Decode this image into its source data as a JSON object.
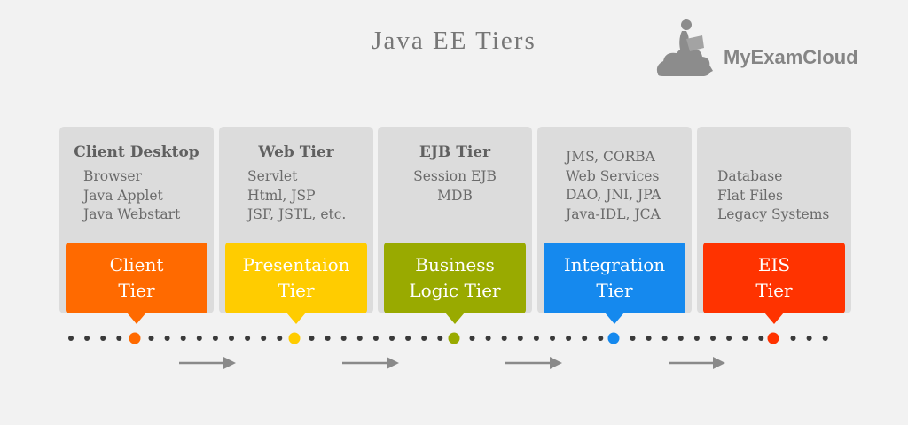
{
  "title": "Java EE Tiers",
  "logo": {
    "text": "MyExamCloud"
  },
  "tiers": [
    {
      "heading": "Client Desktop",
      "lines": [
        "Browser",
        "Java Applet",
        "Java Webstart"
      ],
      "label_line1": "Client",
      "label_line2": "Tier",
      "color": "#ff6a00"
    },
    {
      "heading": "Web Tier",
      "lines": [
        "Servlet",
        "Html, JSP",
        "JSF, JSTL, etc."
      ],
      "label_line1": "Presentaion",
      "label_line2": "Tier",
      "color": "#ffcc00"
    },
    {
      "heading": "EJB Tier",
      "lines": [
        "Session EJB",
        "MDB"
      ],
      "label_line1": "Business",
      "label_line2": "Logic Tier",
      "color": "#99aa00"
    },
    {
      "heading": "",
      "lines": [
        "JMS, CORBA",
        "Web Services",
        "DAO, JNI, JPA",
        "Java-IDL, JCA"
      ],
      "label_line1": "Integration",
      "label_line2": "Tier",
      "color": "#1589ee"
    },
    {
      "heading": "",
      "lines": [
        "Database",
        "Flat Files",
        "Legacy Systems"
      ],
      "label_line1": "EIS",
      "label_line2": "Tier",
      "color": "#ff3300"
    }
  ],
  "colors": {
    "background": "#f2f2f2",
    "panel": "#dcdcdc",
    "dot": "#3a3a3a",
    "arrow": "#8a8a8a"
  },
  "icons": [
    "reading-person-on-cloud-icon",
    "right-arrow-icon"
  ]
}
